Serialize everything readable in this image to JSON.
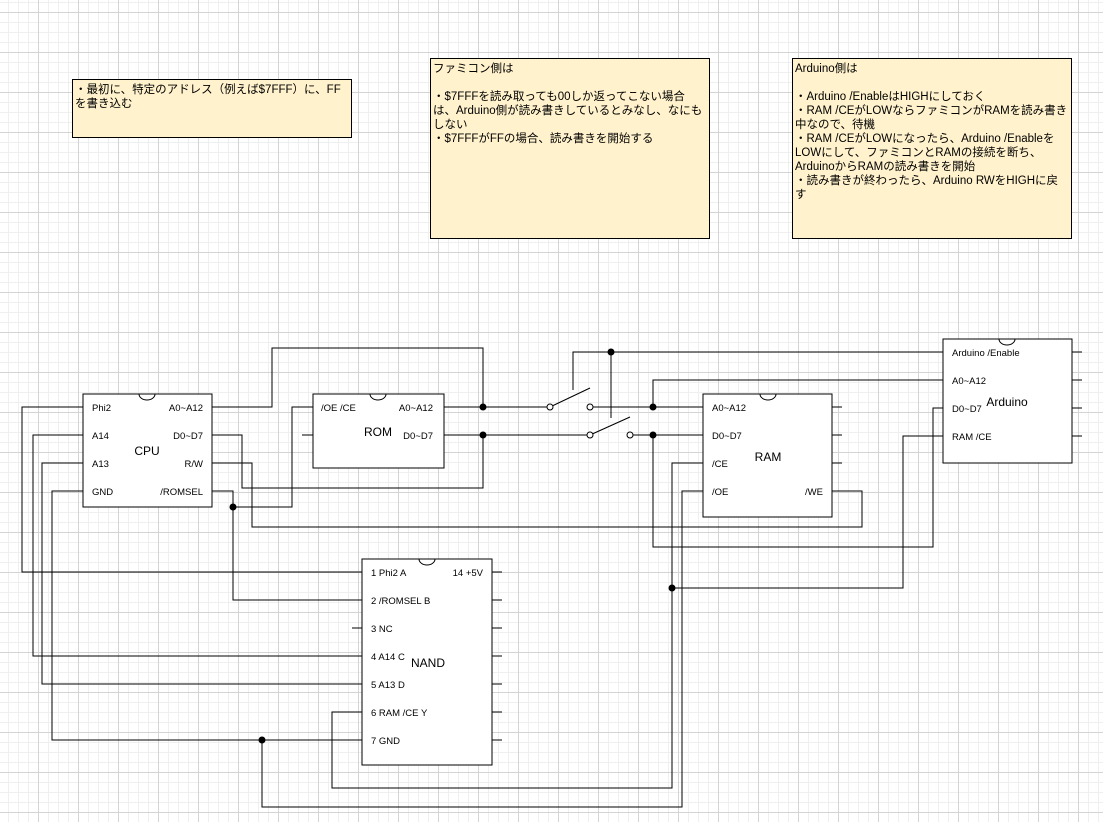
{
  "notes": {
    "first": "・最初に、特定のアドレス（例えば$7FFF）に、FFを書き込む",
    "famicom": "ファミコン側は\n\n・$7FFFを読み取っても00しか返ってこない場合は、Arduino側が読み書きしているとみなし、なにもしない\n・$7FFFがFFの場合、読み書きを開始する",
    "arduino": "Arduino側は\n\n・Arduino /EnableはHIGHにしておく\n・RAM /CEがLOWならファミコンがRAMを読み書き中なので、待機\n・RAM /CEがLOWになったら、Arduino /EnableをLOWにして、ファミコンとRAMの接続を断ち、ArduinoからRAMの読み書きを開始\n・読み書きが終わったら、Arduino RWをHIGHに戻す"
  },
  "chips": {
    "cpu": {
      "name": "CPU",
      "left_pins": [
        "Phi2",
        "A14",
        "A13",
        "GND"
      ],
      "right_pins": [
        "A0~A12",
        "D0~D7",
        "R/W",
        "/ROMSEL"
      ]
    },
    "rom": {
      "name": "ROM",
      "left_pins": [
        "/OE /CE"
      ],
      "right_pins": [
        "A0~A12",
        "D0~D7"
      ]
    },
    "ram": {
      "name": "RAM",
      "left_pins": [
        "A0~A12",
        "D0~D7",
        "/CE",
        "/OE"
      ],
      "right_pins": [
        "/WE"
      ]
    },
    "arduino": {
      "name": "Arduino",
      "left_pins": [
        "Arduino /Enable",
        "A0~A12",
        "D0~D7",
        "RAM /CE"
      ]
    },
    "nand": {
      "name": "NAND",
      "left_pins": [
        "1 Phi2 A",
        "2 /ROMSEL B",
        "3 NC",
        "4 A14 C",
        "5 A13 D",
        "6 RAM /CE Y",
        "7 GND"
      ],
      "right_pins": [
        "14 +5V"
      ]
    }
  }
}
